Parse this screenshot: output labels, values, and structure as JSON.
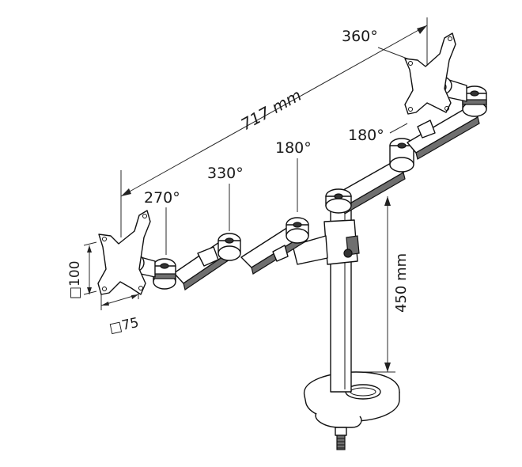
{
  "labels": {
    "width_total": "717 mm",
    "height_pole": "450 mm",
    "rot_360": "360°",
    "rot_180_right": "180°",
    "rot_180_mid": "180°",
    "rot_330": "330°",
    "rot_270": "270°",
    "vesa_100": "□100",
    "vesa_75": "□75"
  },
  "colors": {
    "line": "#111111",
    "shade": "#6f6f6f",
    "background": "#ffffff"
  }
}
